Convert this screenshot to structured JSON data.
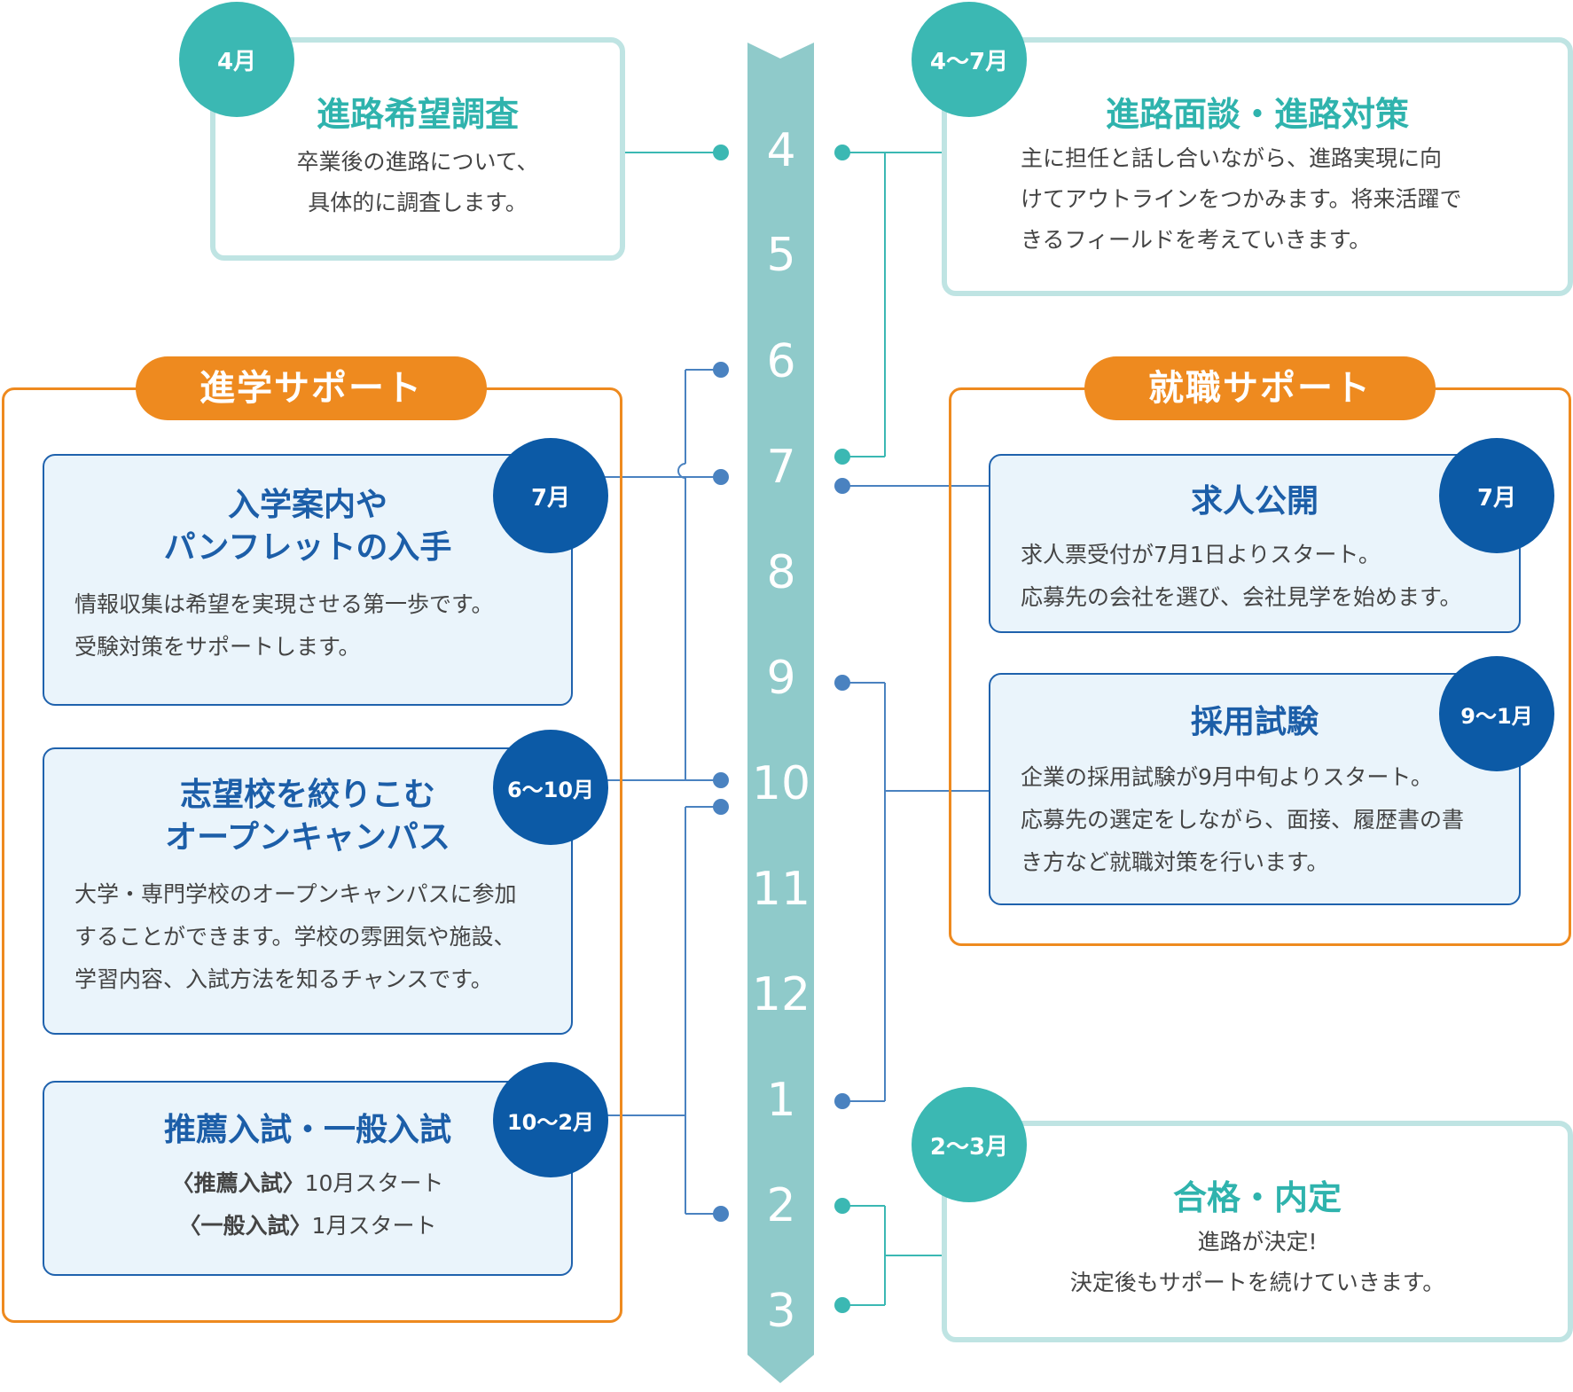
{
  "timeline": {
    "months": [
      "4",
      "5",
      "6",
      "7",
      "8",
      "9",
      "10",
      "11",
      "12",
      "1",
      "2",
      "3"
    ]
  },
  "top_left": {
    "badge": "4月",
    "title": "進路希望調査",
    "lines": [
      "卒業後の進路について、",
      "具体的に調査します。"
    ]
  },
  "top_right": {
    "badge": "4〜7月",
    "title": "進路面談・進路対策",
    "lines": [
      "主に担任と話し合いながら、進路実現に向",
      "けてアウトラインをつかみます。将来活躍で",
      "きるフィールドを考えていきます。"
    ]
  },
  "shingaku": {
    "label": "進学サポート",
    "cards": [
      {
        "badge": "7月",
        "title": [
          "入学案内や",
          "パンフレットの入手"
        ],
        "lines": [
          "情報収集は希望を実現させる第一歩です。",
          "受験対策をサポートします。"
        ]
      },
      {
        "badge": "6〜10月",
        "title": [
          "志望校を絞りこむ",
          "オープンキャンパス"
        ],
        "lines": [
          "大学・専門学校のオープンキャンパスに参加",
          "することができます。学校の雰囲気や施設、",
          "学習内容、入試方法を知るチャンスです。"
        ]
      },
      {
        "badge": "10〜2月",
        "title": [
          "推薦入試・一般入試"
        ],
        "rows": [
          {
            "label": "〈推薦入試〉",
            "text": "10月スタート"
          },
          {
            "label": "〈一般入試〉",
            "text": "1月スタート"
          }
        ]
      }
    ]
  },
  "shushoku": {
    "label": "就職サポート",
    "cards": [
      {
        "badge": "7月",
        "title": "求人公開",
        "lines": [
          "求人票受付が7月1日よりスタート。",
          "応募先の会社を選び、会社見学を始めます。"
        ]
      },
      {
        "badge": "9〜1月",
        "title": "採用試験",
        "lines": [
          "企業の採用試験が9月中旬よりスタート。",
          "応募先の選定をしながら、面接、履歴書の書",
          "き方など就職対策を行います。"
        ]
      }
    ]
  },
  "bottom_right": {
    "badge": "2〜3月",
    "title": "合格・内定",
    "lines": [
      "進路が決定!",
      "決定後もサポートを続けていきます。"
    ]
  },
  "colors": {
    "teal": "#3bb8b3",
    "teal_light": "#bfe4e3",
    "spine": "#8fcaca",
    "orange": "#ee8a1f",
    "navy": "#0c5aa6",
    "card_bg": "#eaf4fb",
    "blue_dot": "#4a82c0"
  }
}
